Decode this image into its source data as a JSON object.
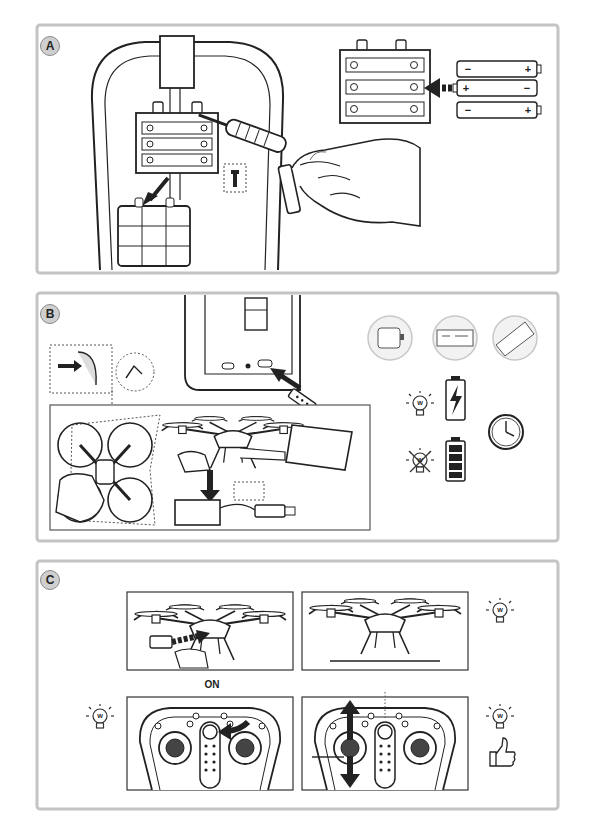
{
  "diagram": {
    "nodes": [
      {
        "text": [
          "A"
        ]
      },
      {
        "text": [
          "B"
        ]
      },
      {
        "text": [
          "C"
        ]
      }
    ],
    "labels": [
      "−",
      "+",
      "+",
      "−",
      "−",
      "+",
      "W",
      "W",
      "W",
      "ON",
      "W",
      "W"
    ]
  }
}
